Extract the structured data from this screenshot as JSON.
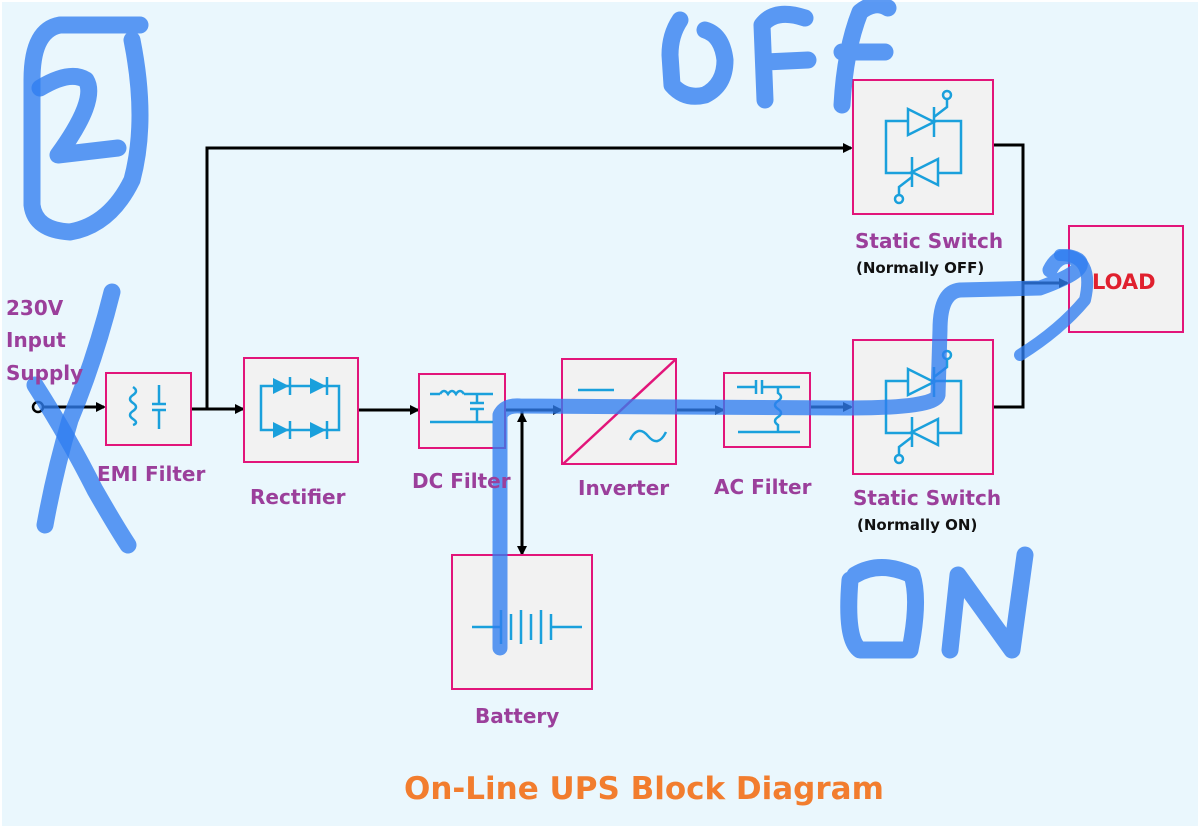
{
  "diagram": {
    "title": "On-Line UPS Block Diagram",
    "input_label": [
      "230V",
      "Input",
      "Supply"
    ],
    "blocks": [
      {
        "id": "emi",
        "label": "EMI Filter",
        "symbol": "inductor-capacitor"
      },
      {
        "id": "rectifier",
        "label": "Rectifier",
        "symbol": "diode-bridge"
      },
      {
        "id": "dc_filter",
        "label": "DC Filter",
        "symbol": "lc-filter"
      },
      {
        "id": "inverter",
        "label": "Inverter",
        "symbol": "dc-ac-converter"
      },
      {
        "id": "ac_filter",
        "label": "AC Filter",
        "symbol": "cl-filter"
      },
      {
        "id": "battery",
        "label": "Battery",
        "symbol": "battery-cells"
      },
      {
        "id": "static_off",
        "label": "Static Switch",
        "sublabel": "(Normally OFF)",
        "symbol": "antiparallel-thyristors"
      },
      {
        "id": "static_on",
        "label": "Static Switch",
        "sublabel": "(Normally ON)",
        "symbol": "antiparallel-thyristors"
      },
      {
        "id": "load",
        "label": "LOAD"
      }
    ],
    "connections": [
      [
        "input",
        "emi"
      ],
      [
        "emi",
        "rectifier"
      ],
      [
        "emi",
        "static_off"
      ],
      [
        "rectifier",
        "dc_filter"
      ],
      [
        "dc_filter",
        "inverter"
      ],
      [
        "dc_filter",
        "battery"
      ],
      [
        "inverter",
        "ac_filter"
      ],
      [
        "ac_filter",
        "static_on"
      ],
      [
        "static_off",
        "load"
      ],
      [
        "static_on",
        "load"
      ]
    ]
  },
  "annotations": {
    "handwritten": [
      "2",
      "OFF",
      "ON",
      "X"
    ],
    "ink_color": "#2f7df0",
    "highlighted_path": [
      "battery",
      "inverter",
      "ac_filter",
      "static_on",
      "load"
    ]
  },
  "colors": {
    "background": "#eaf7fd",
    "box_border": "#e2157a",
    "box_fill": "#f2f2f2",
    "symbol": "#1aa0dc",
    "label": "#9b3f9b",
    "title": "#f27d2e",
    "load_text": "#e0202e"
  }
}
